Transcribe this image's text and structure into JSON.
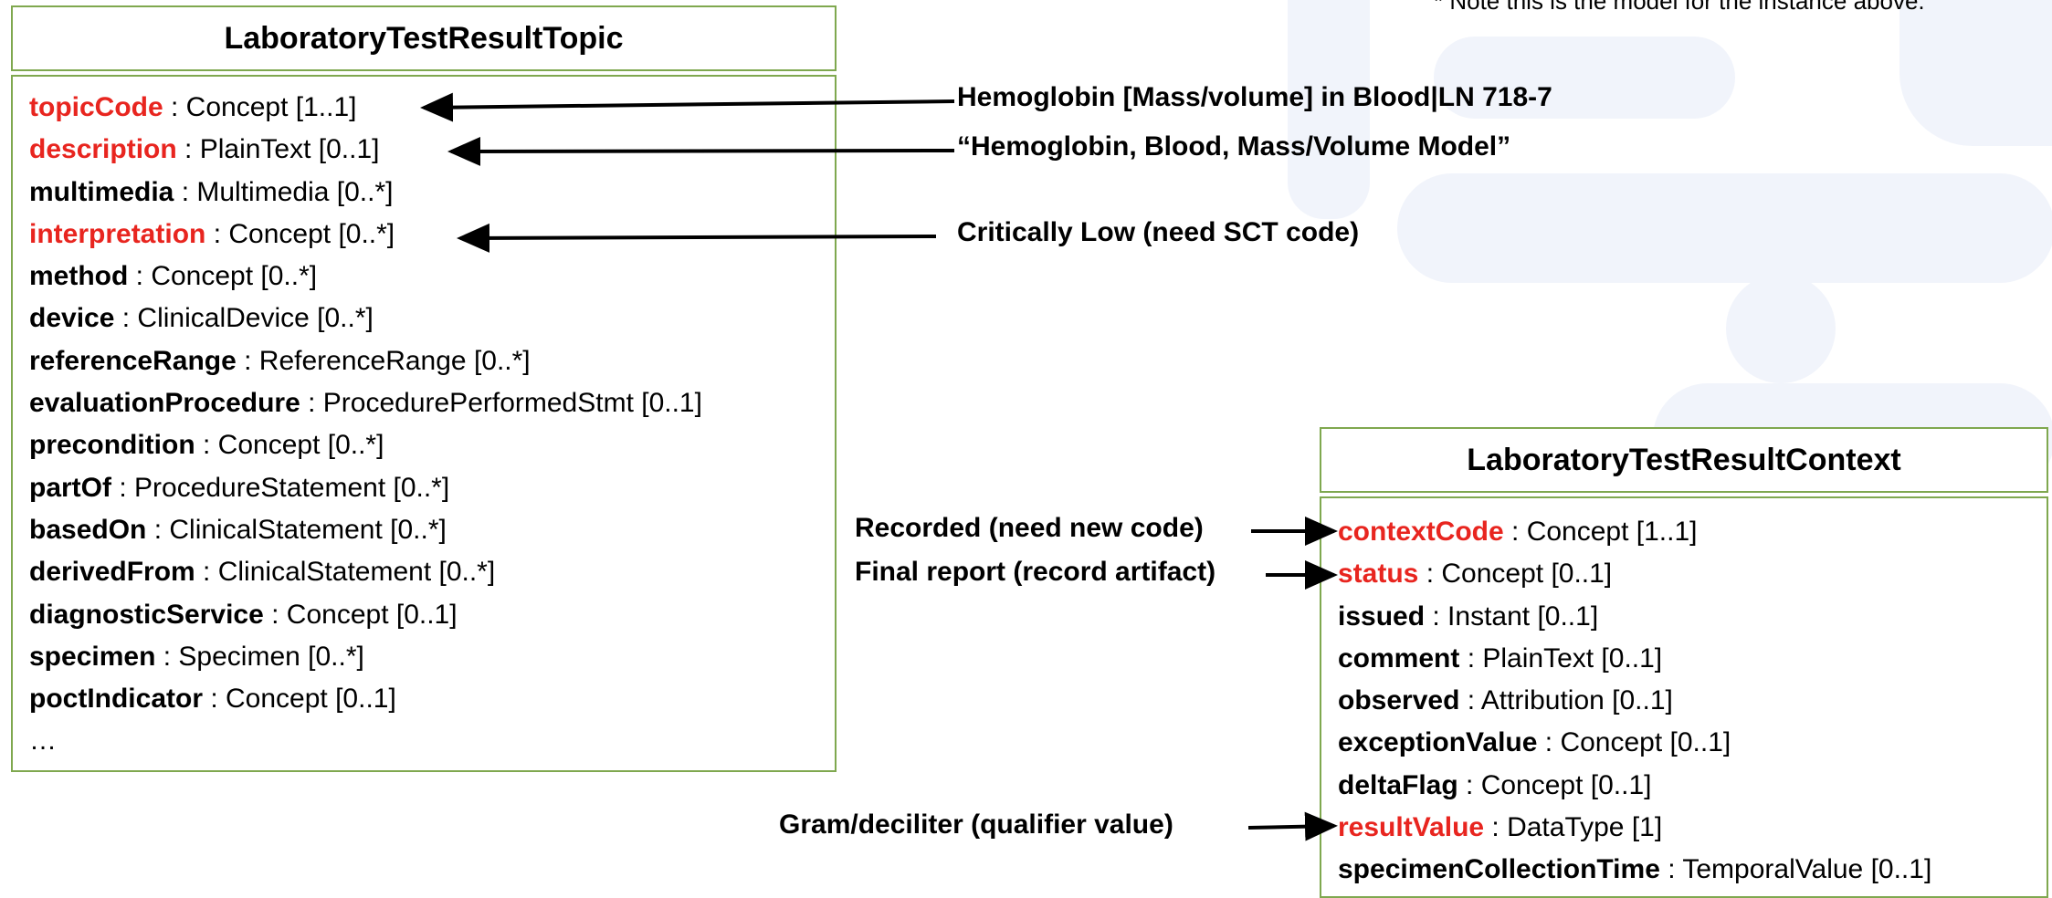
{
  "note": "* Note this is the model for the instance above.",
  "topic": {
    "title": "LaboratoryTestResultTopic",
    "attributes": [
      {
        "name": "topicCode",
        "type": " : Concept [1..1]",
        "highlight": true
      },
      {
        "name": "description",
        "type": " : PlainText [0..1]",
        "highlight": true
      },
      {
        "name": "multimedia",
        "type": " : Multimedia [0..*]",
        "highlight": false
      },
      {
        "name": "interpretation",
        "type": " : Concept [0..*]",
        "highlight": true
      },
      {
        "name": "method",
        "type": " : Concept [0..*]",
        "highlight": false
      },
      {
        "name": "device",
        "type": " : ClinicalDevice [0..*]",
        "highlight": false
      },
      {
        "name": "referenceRange",
        "type": " : ReferenceRange [0..*]",
        "highlight": false
      },
      {
        "name": "evaluationProcedure",
        "type": " : ProcedurePerformedStmt [0..1]",
        "highlight": false
      },
      {
        "name": "precondition",
        "type": " : Concept [0..*]",
        "highlight": false
      },
      {
        "name": "partOf",
        "type": " : ProcedureStatement [0..*]",
        "highlight": false
      },
      {
        "name": "basedOn",
        "type": " : ClinicalStatement [0..*]",
        "highlight": false
      },
      {
        "name": "derivedFrom",
        "type": " : ClinicalStatement [0..*]",
        "highlight": false
      },
      {
        "name": "diagnosticService",
        "type": " : Concept [0..1]",
        "highlight": false
      },
      {
        "name": "specimen",
        "type": " : Specimen [0..*]",
        "highlight": false
      },
      {
        "name": "poctIndicator",
        "type": " : Concept [0..1]",
        "highlight": false
      },
      {
        "name": "",
        "type": "…",
        "highlight": false
      }
    ]
  },
  "context": {
    "title": "LaboratoryTestResultContext",
    "attributes": [
      {
        "name": "contextCode",
        "type": " : Concept [1..1]",
        "highlight": true
      },
      {
        "name": "status",
        "type": " : Concept [0..1]",
        "highlight": true
      },
      {
        "name": "issued",
        "type": " : Instant [0..1]",
        "highlight": false
      },
      {
        "name": "comment",
        "type": " : PlainText [0..1]",
        "highlight": false
      },
      {
        "name": "observed",
        "type": " : Attribution [0..1]",
        "highlight": false
      },
      {
        "name": "exceptionValue",
        "type": " : Concept [0..1]",
        "highlight": false
      },
      {
        "name": "deltaFlag",
        "type": " : Concept [0..1]",
        "highlight": false
      },
      {
        "name": "resultValue",
        "type": " : DataType [1]",
        "highlight": true
      },
      {
        "name": "specimenCollectionTime",
        "type": " : TemporalValue [0..1]",
        "highlight": false
      }
    ]
  },
  "annotations": {
    "topic_code": "Hemoglobin [Mass/volume] in Blood|LN 718-7",
    "description": "“Hemoglobin, Blood, Mass/Volume Model”",
    "interpretation": "Critically Low (need SCT code)",
    "context_code": "Recorded (need new code)",
    "status": "Final report (record artifact)",
    "result_value": "Gram/deciliter (qualifier value)"
  },
  "colors": {
    "border": "#7fa84f",
    "highlight": "#e8251f",
    "background_shapes": "#f1f4fb"
  }
}
